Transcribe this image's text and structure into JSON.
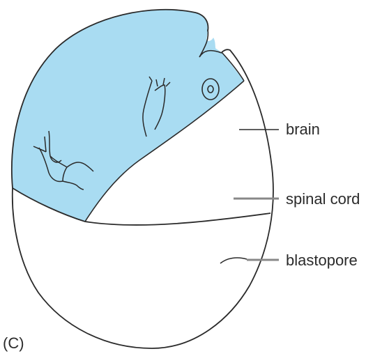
{
  "figure": {
    "panel_label": "(C)",
    "colors": {
      "shaded_region": "#a9dcf2",
      "outline": "#2a2a2a",
      "leader_line": "#777777",
      "background": "#ffffff"
    },
    "labels": {
      "brain": "brain",
      "spinal_cord": "spinal cord",
      "blastopore": "blastopore"
    }
  }
}
